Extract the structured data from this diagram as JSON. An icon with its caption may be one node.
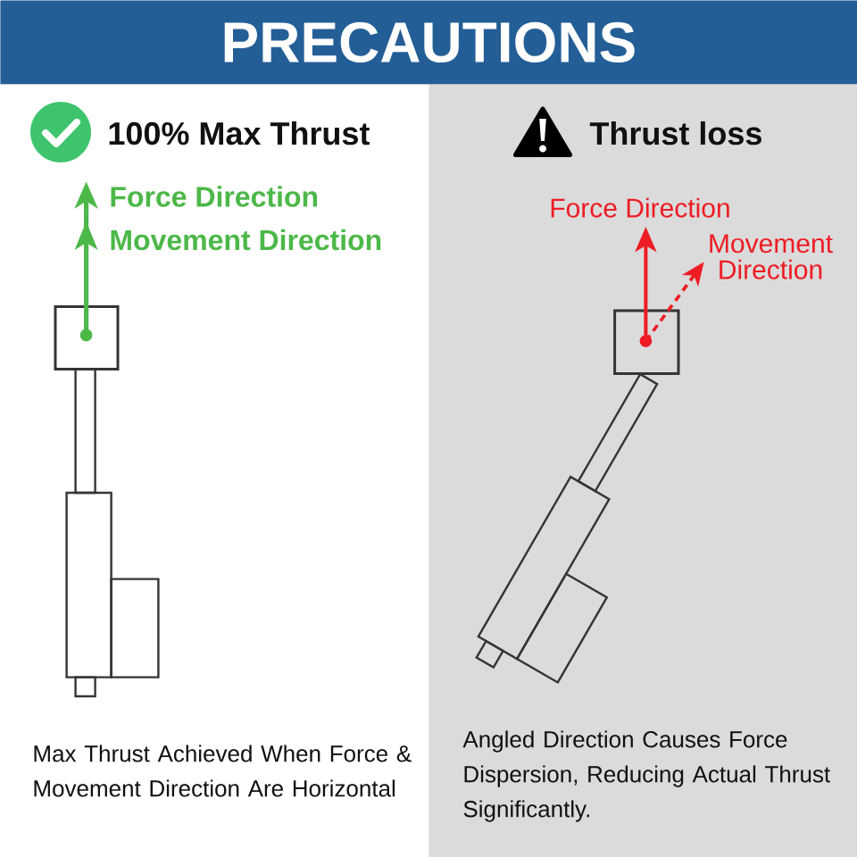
{
  "diagram": {
    "title": "PRECAUTIONS",
    "nodes": [
      {
        "text": [
          "100% Max Thrust",
          "Max Thrust Achieved When Force & Movement Direction Are Horizontal"
        ]
      },
      {
        "text": [
          "Thrust loss",
          "Angled Direction Causes Force Dispersion, Reducing Actual Thrust Significantly."
        ]
      }
    ],
    "labels": [
      "Force Direction",
      "Movement Direction",
      "Force Direction",
      "Movement Direction"
    ]
  }
}
